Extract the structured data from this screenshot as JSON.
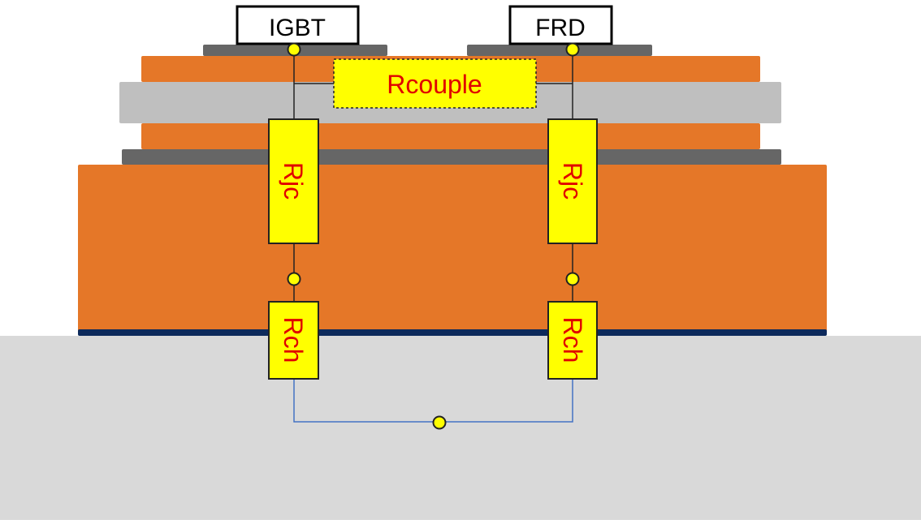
{
  "labels": {
    "igbt": "IGBT",
    "frd": "FRD",
    "rcouple": "Rcouple",
    "rjc_left": "Rjc",
    "rjc_right": "Rjc",
    "rch_left": "Rch",
    "rch_right": "Rch"
  },
  "colors": {
    "copper": "#e57728",
    "ceramic": "#bfbfbf",
    "pad": "#666666",
    "heatsink": "#d9d9d9",
    "grease": "#0d2a5c",
    "resistor_fill": "#ffff00",
    "label_red": "#e00000",
    "node_fill": "#ffff00",
    "wire": "#222222",
    "ground_wire": "#4472c4"
  }
}
